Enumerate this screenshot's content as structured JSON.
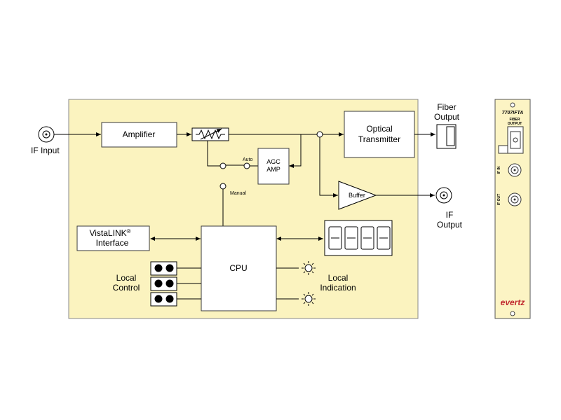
{
  "colors": {
    "panel_fill": "#fbf3bf",
    "panel_stroke": "#888888",
    "front_fill": "#fcf4c4",
    "brand_red": "#c0272d"
  },
  "diagram": {
    "if_input": "IF Input",
    "amplifier": "Amplifier",
    "agc_line1": "AGC",
    "agc_line2": "AMP",
    "auto": "Auto",
    "manual": "Manual",
    "optical_line1": "Optical",
    "optical_line2": "Transmitter",
    "fiber_line1": "Fiber",
    "fiber_line2": "Output",
    "buffer": "Buffer",
    "if_output_line1": "IF",
    "if_output_line2": "Output",
    "vistalink_line1": "VistaLINK",
    "vistalink_reg": "®",
    "vistalink_line2": "Interface",
    "cpu": "CPU",
    "local_control_line1": "Local",
    "local_control_line2": "Control",
    "local_indication_line1": "Local",
    "local_indication_line2": "Indication"
  },
  "front_panel": {
    "model": "7707IFTA",
    "fiber_line1": "FIBER",
    "fiber_line2": "OUTPUT",
    "if_in": "IF IN",
    "if_out": "IF OUT",
    "brand": "evertz"
  }
}
